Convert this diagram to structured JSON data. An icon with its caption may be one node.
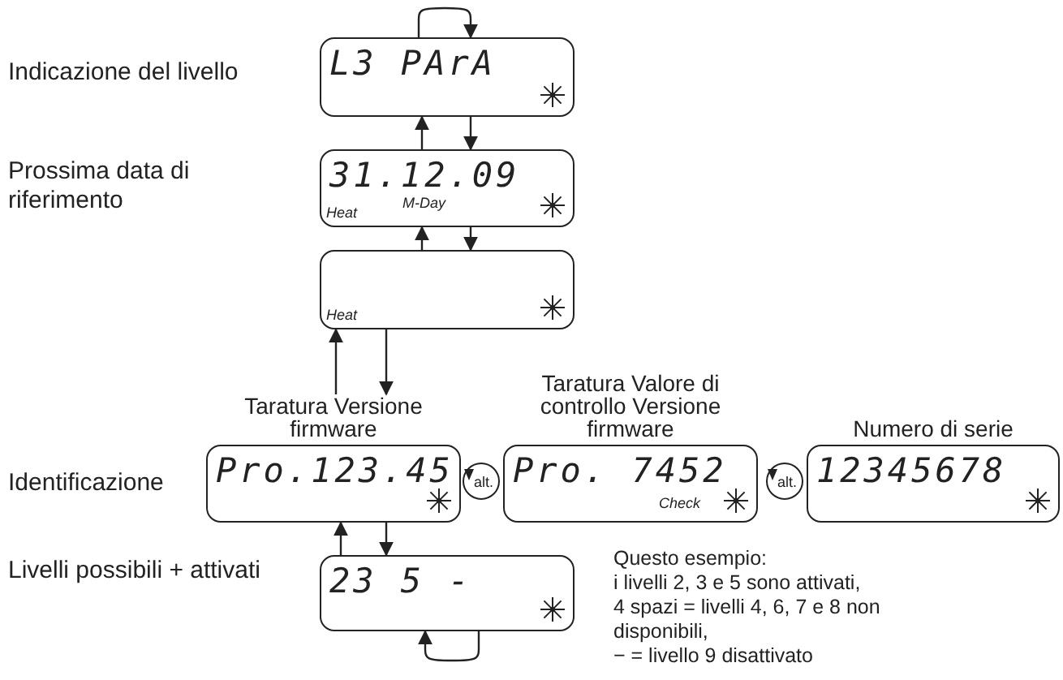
{
  "diagram": {
    "nodes": [
      {
        "text": [
          "L3 PArA"
        ]
      },
      {
        "text": [
          "31.12.09",
          "M-Day",
          "Heat"
        ]
      },
      {
        "text": [
          "Heat"
        ]
      },
      {
        "text": [
          "Taratura Versione firmware",
          "Pro.123.45"
        ]
      },
      {
        "text": [
          "alt."
        ]
      },
      {
        "text": [
          "Taratura Valore di controllo Versione firmware",
          "Pro. 7452",
          "Check"
        ]
      },
      {
        "text": [
          "alt."
        ]
      },
      {
        "text": [
          "Numero di serie",
          "12345678"
        ]
      },
      {
        "text": [
          "23 5 -"
        ]
      }
    ],
    "edges": [
      {
        "from": 0,
        "to": 0,
        "arrow": "to"
      },
      {
        "from": 1,
        "to": 0,
        "arrow": "to"
      },
      {
        "from": 0,
        "to": 1,
        "arrow": "to"
      },
      {
        "from": 2,
        "to": 1,
        "arrow": "to"
      },
      {
        "from": 1,
        "to": 2,
        "arrow": "to"
      },
      {
        "from": 3,
        "to": 2,
        "arrow": "to"
      },
      {
        "from": 2,
        "to": 3,
        "arrow": "to"
      },
      {
        "from": 8,
        "to": 3,
        "arrow": "to"
      },
      {
        "from": 3,
        "to": 8,
        "arrow": "to"
      },
      {
        "from": 8,
        "to": 8,
        "arrow": "to"
      }
    ],
    "labels": [
      "Indicazione del livello",
      "Prossima data di riferimento",
      "Identificazione",
      "Livelli possibili + attivati",
      "Questo esempio:",
      "i livelli 2, 3 e 5 sono attivati,",
      "4 spazi = livelli 4, 6, 7 e 8 non disponibili,",
      "− = livello 9 disattivato"
    ]
  }
}
